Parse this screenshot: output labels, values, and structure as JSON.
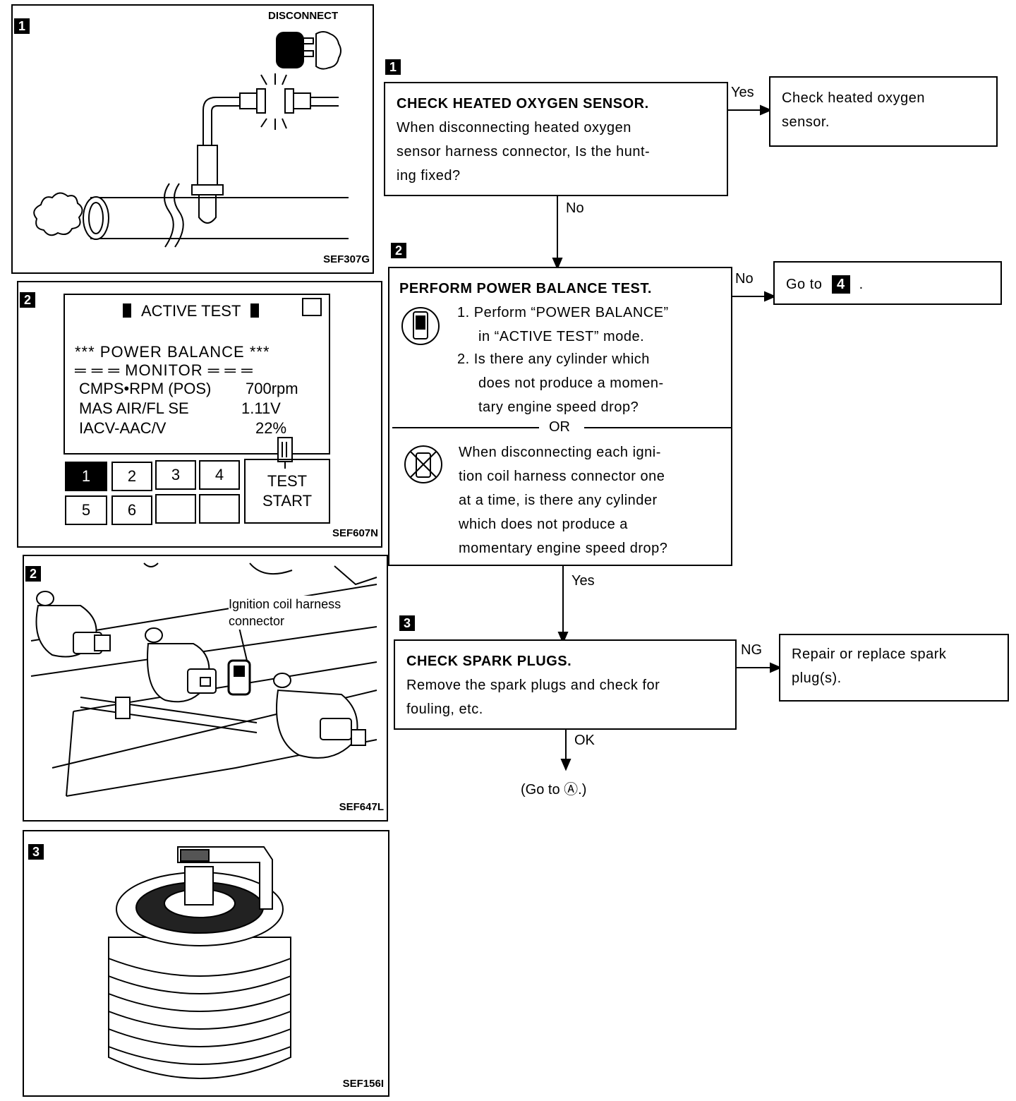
{
  "figures": {
    "fig1": {
      "number": "1",
      "top_label": "DISCONNECT",
      "code": "SEF307G"
    },
    "fig2a": {
      "number": "2",
      "screen_title": "ACTIVE TEST",
      "test_name": "*** POWER BALANCE ***",
      "monitor_label": "MONITOR",
      "rows": [
        {
          "name": "CMPS•RPM (POS)",
          "value": "700rpm"
        },
        {
          "name": "MAS AIR/FL SE",
          "value": "1.11V"
        },
        {
          "name": "IACV-AAC/V",
          "value": "22%"
        }
      ],
      "keys": [
        "1",
        "2",
        "3",
        "4",
        "5",
        "6",
        "",
        ""
      ],
      "test_start": [
        "TEST",
        "START"
      ],
      "code": "SEF607N"
    },
    "fig2b": {
      "number": "2",
      "callout": [
        "Ignition coil harness",
        "connector"
      ],
      "code": "SEF647L"
    },
    "fig3": {
      "number": "3",
      "code": "SEF156I"
    }
  },
  "flow": {
    "step1": {
      "number": "1",
      "title": "CHECK HEATED OXYGEN SENSOR.",
      "lines": [
        "When disconnecting heated oxygen",
        "sensor harness connector, Is the hunt-",
        "ing fixed?"
      ],
      "yes_label": "Yes",
      "yes_result": [
        "Check heated oxygen",
        "sensor."
      ],
      "no_label": "No"
    },
    "step2": {
      "number": "2",
      "title": "PERFORM POWER BALANCE TEST.",
      "item1": [
        "1.  Perform “POWER BALANCE”",
        "in “ACTIVE TEST” mode."
      ],
      "item2": [
        "2.  Is there any cylinder which",
        "does not produce a momen-",
        "tary engine speed drop?"
      ],
      "or_label": "OR",
      "alt_lines": [
        "When disconnecting each igni-",
        "tion coil harness connector one",
        "at a time, is there any cylinder",
        "which does not produce a",
        "momentary engine speed drop?"
      ],
      "no_label": "No",
      "no_result_prefix": "Go to",
      "no_result_step": "4",
      "no_result_suffix": ".",
      "yes_label": "Yes"
    },
    "step3": {
      "number": "3",
      "title": "CHECK SPARK PLUGS.",
      "lines": [
        "Remove the spark plugs and check for",
        "fouling, etc."
      ],
      "ng_label": "NG",
      "ng_result": [
        "Repair or replace spark",
        "plug(s)."
      ],
      "ok_label": "OK",
      "ok_result": "(Go to Ⓐ.)"
    }
  }
}
